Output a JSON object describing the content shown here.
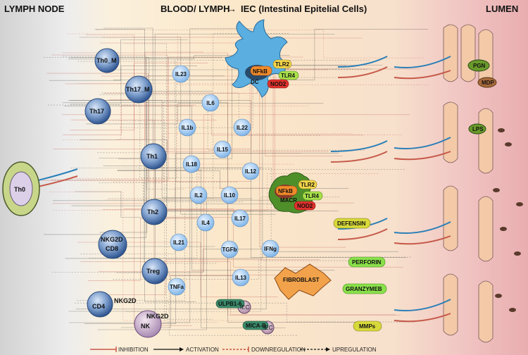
{
  "headers": {
    "left": "LYMPH NODE",
    "center": "BLOOD/ LYMPH",
    "arrow": "→",
    "center2": "IEC (Intestinal Epitelial Cells)",
    "right": "LUMEN"
  },
  "cells": {
    "th0_m": "Th0_M",
    "th17_m": "Th17_M",
    "th17": "Th17",
    "th1": "Th1",
    "th2": "Th2",
    "nkg2d_cd8": "NKG2D",
    "cd8": "CD8",
    "treg": "Treg",
    "nkg2d_cd4": "NKG2D",
    "cd4": "CD4",
    "nkg2d_nk": "NKG2D",
    "nk": "NK",
    "th0": "Th0"
  },
  "cytokines": {
    "il23": "IL23",
    "il6": "IL6",
    "il1b": "IL1b",
    "il22": "IL22",
    "il15": "IL15",
    "il18": "IL18",
    "il12": "IL12",
    "il2": "IL2",
    "il10": "IL10",
    "il17": "IL17",
    "il4": "IL4",
    "il21": "IL21",
    "ifng": "IFNg",
    "tgfb": "TGFb",
    "il13": "IL13",
    "tnfa": "TNFa"
  },
  "dc": {
    "label": "DC",
    "nfkb": "NFkB",
    "tlr2": "TLR2",
    "tlr4": "TLR4",
    "nod2": "NOD2"
  },
  "macr": {
    "label": "MACR",
    "nfkb": "NFkB",
    "tlr2": "TLR2",
    "tlr4": "TLR4",
    "nod2": "NOD2"
  },
  "effectors": {
    "defensin": "DEFENSIN",
    "perforin": "PERFORIN",
    "granzymeb": "GRANZYMEB",
    "mmps": "MMPs",
    "fibroblast": "FIBROBLAST"
  },
  "iec": {
    "ulpb": "ULPB1-6",
    "mica": "MICA-B",
    "iec1": "IEC",
    "iec2": "IEC"
  },
  "lumen": {
    "pgn": "PGN",
    "mdp": "MDP",
    "lps": "LPS"
  },
  "legend": {
    "inhibition": "INHIBITION",
    "activation": "ACTIVATION",
    "downregulation": "DOWNREGULATION",
    "upregulation": "UPREGULATION"
  },
  "colors": {
    "inhibition": "#c0392b",
    "activation": "#111111",
    "downregulation": "#c0392b",
    "upregulation": "#111111",
    "cell_blue": "#4f79b8",
    "cytokine_blue": "#8fc0ee",
    "dc_blue": "#5aaee0",
    "macro_green": "#4f8f2a"
  }
}
